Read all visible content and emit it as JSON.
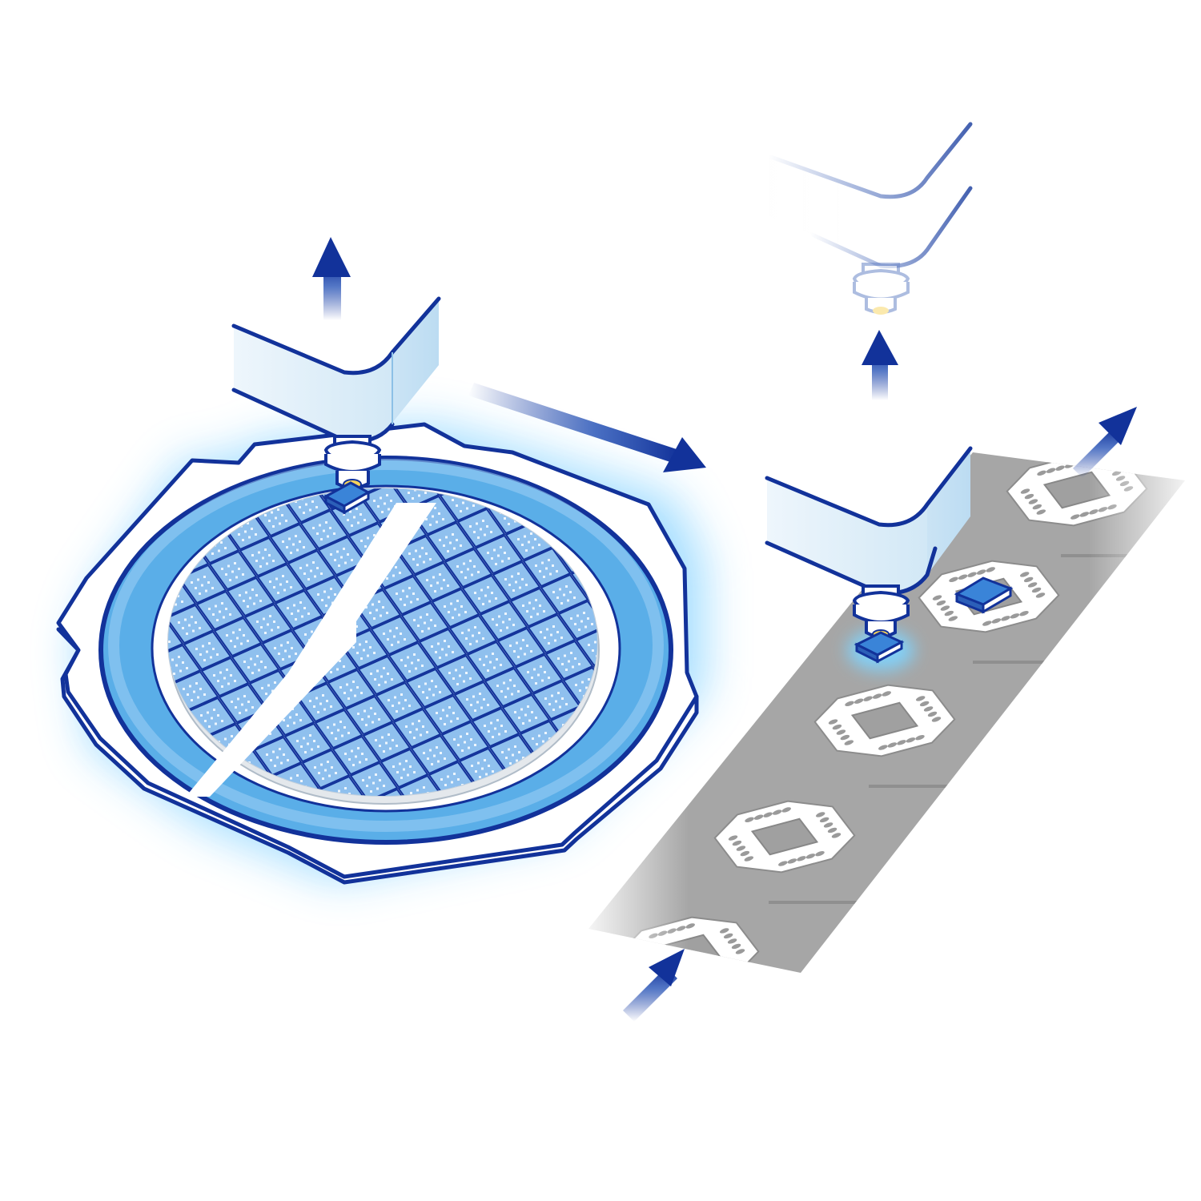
{
  "diagram": {
    "labels": [],
    "components": {
      "wafer_frame": "wafer-on-dicing-frame",
      "wafer": "diced-wafer",
      "pick_tool": "pick-and-place-head",
      "carrier_tape": "lead-frame-carrier-tape",
      "ghost_tool": "retracting-head"
    },
    "arrows": {
      "pick_up": "up",
      "transfer": "right",
      "retract": "up",
      "tape_in": "feed-direction",
      "tape_out": "feed-direction"
    },
    "colors": {
      "outline": "#12329a",
      "ring": "#5aaee8",
      "ring_light": "#8cc8f0",
      "die": "#8fc0ee",
      "die_dark": "#3a84d8",
      "glow": "#7fd4ff",
      "tape": "#a8a8a8",
      "tape_dark": "#8a8a8a",
      "pad": "#ffffff",
      "tool_face": "#d8ecf8",
      "nozzle_tip": "#f6d25a"
    }
  }
}
